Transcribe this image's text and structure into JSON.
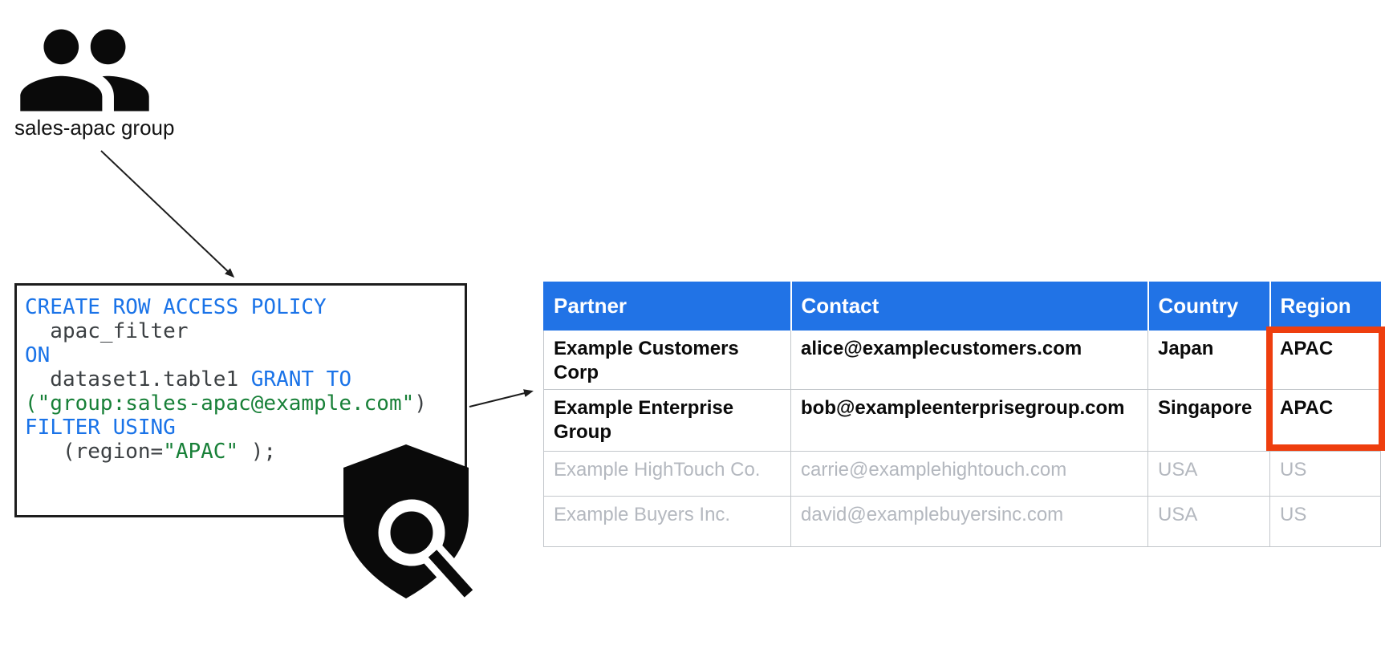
{
  "group_label": "sales-apac group",
  "icons": {
    "group": "people-group-icon",
    "shield": "shield-search-icon"
  },
  "colors": {
    "keyword_blue": "#1a73e8",
    "identifier_gray": "#3c4043",
    "string_green": "#188038",
    "table_header_blue": "#2173e6",
    "highlight_red": "#ee3e0e",
    "muted_gray": "#b4b8bf",
    "grid_gray": "#c3c7cb",
    "icon_black": "#0a0a0a"
  },
  "code_box": {
    "lines": [
      [
        {
          "t": "CREATE ROW ACCESS POLICY",
          "c": "kw"
        }
      ],
      [
        {
          "t": "  apac_filter",
          "c": "id"
        }
      ],
      [
        {
          "t": "ON",
          "c": "kw"
        }
      ],
      [
        {
          "t": "  dataset1.table1 ",
          "c": "id"
        },
        {
          "t": "GRANT TO",
          "c": "kw"
        }
      ],
      [
        {
          "t": "(\"group:sales-apac@example.com\"",
          "c": "str"
        },
        {
          "t": ")",
          "c": "id"
        }
      ],
      [
        {
          "t": "FILTER USING",
          "c": "kw"
        }
      ],
      [
        {
          "t": "   (region=",
          "c": "id"
        },
        {
          "t": "\"APAC\"",
          "c": "str"
        },
        {
          "t": " );",
          "c": "id"
        }
      ]
    ]
  },
  "table": {
    "headers": [
      "Partner",
      "Contact",
      "Country",
      "Region"
    ],
    "rows": [
      {
        "cells": [
          "Example Customers Corp",
          "alice@examplecustomers.com",
          "Japan",
          "APAC"
        ],
        "muted": false
      },
      {
        "cells": [
          "Example Enterprise Group",
          "bob@exampleenterprisegroup.com",
          "Singapore",
          "APAC"
        ],
        "muted": false
      },
      {
        "cells": [
          "Example HighTouch Co.",
          "carrie@examplehightouch.com",
          "USA",
          "US"
        ],
        "muted": true
      },
      {
        "cells": [
          "Example Buyers Inc.",
          "david@examplebuyersinc.com",
          "USA",
          "US"
        ],
        "muted": true
      }
    ]
  }
}
